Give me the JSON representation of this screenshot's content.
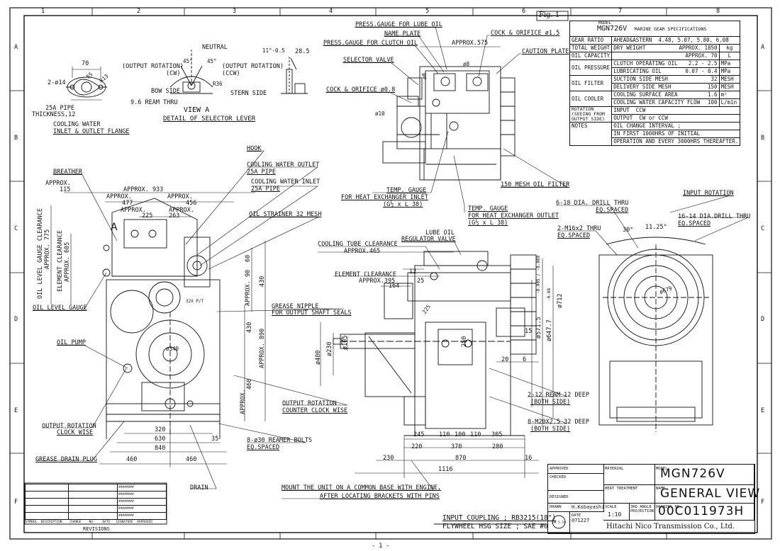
{
  "border": {
    "cols": [
      "1",
      "2",
      "3",
      "4",
      "5",
      "6",
      "7",
      "8"
    ],
    "rows": [
      "A",
      "B",
      "C",
      "D",
      "E",
      "F"
    ]
  },
  "fig": "Fig. 1",
  "spec": {
    "model_label": "MODEL",
    "model_value": "MGN726V",
    "title": "MARINE GEAR SPECIFICATIONS",
    "rows": {
      "gear_ratio": {
        "label": "GEAR RATIO",
        "sub": "AHEAD&ASTERN",
        "value": "4.48, 5.07, 5.80, 6.08"
      },
      "total_weight": {
        "label": "TOTAL WEIGHT",
        "sub": "DRY WEIGHT",
        "value": "APPROX. 1850",
        "unit": "kg"
      },
      "oil_capacity": {
        "label": "OIL CAPACITY",
        "value": "APPROX. 70",
        "unit": "L"
      },
      "oil_pressure": {
        "label": "OIL PRESSURE",
        "r1": "CLUTCH OPERATING OIL",
        "v1": "2.2 - 2.5",
        "u1": "MPa",
        "r2": "LUBRICATING OIL",
        "v2": "0.07 - 0.4",
        "u2": "MPa"
      },
      "oil_filter": {
        "label": "OIL FILTER",
        "r1": "SUCTION SIDE MESH",
        "v1": "32",
        "u1": "MESH",
        "r2": "DELIVERY SIDE MESH",
        "v2": "150",
        "u2": "MESH"
      },
      "oil_cooler": {
        "label": "OIL COOLER",
        "r1": "COOLING SURFACE AREA",
        "v1": "1.6",
        "u1": "m²",
        "r2": "COOLING WATER CAPACITY FLOW",
        "v2": "100",
        "u2": "L/min"
      },
      "rotation": {
        "label1": "ROTATION",
        "label2": "(SEEING FROM",
        "label3": "OUTPUT SIDE)",
        "r1": "INPUT",
        "v1": "CCW",
        "r2": "OUTPUT",
        "v2": "CW or CCW"
      },
      "notes": {
        "label": "NOTES",
        "l1": "OIL CHANGE INTERVAL ;",
        "l2": "IN FIRST 1000HRS OF INITIAL",
        "l3": "OPERATION AND EVERY 3000HRS THEREAFTER."
      }
    }
  },
  "labels": {
    "press_gauge_lube": "PRESS.GAUGE FOR LUBE OIL",
    "name_plate": "NAME PLATE",
    "press_gauge_clutch": "PRESS.GAUGE FOR CLUTCH OIL",
    "cock_orifice_15": "COCK & ORIFICE ø1.5",
    "approx575": "APPROX.575",
    "caution_plate": "CAUTION PLATE",
    "selector_valve": "SELECTOR VALVE",
    "cock_orifice_08": "COCK & ORIFICE ø0.8",
    "phi10": "ø10",
    "phi8a": "ø8",
    "phi8b": "ø8",
    "mesh150": "150 MESH OIL FILTER",
    "temp_gauge_in_1": "TEMP. GAUGE",
    "temp_gauge_in_2": "FOR HEAT EXCHANGER INLET",
    "temp_gauge_in_3": "(G½ x L 38)",
    "temp_gauge_out_1": "TEMP. GAUGE",
    "temp_gauge_out_2": "FOR HEAT EXCHANGER OUTLET",
    "temp_gauge_out_3": "(G½ x L 38)",
    "d70": "70",
    "d55": "55",
    "d2phi14": "2-ø14",
    "r13": "R13",
    "pipe25": "25A PIPE",
    "thick12": "THICKNESS,12",
    "cw_flange_1": "COOLING WATER",
    "cw_flange_2": "INLET & OUTLET FLANGE",
    "neutral": "NEUTRAL",
    "deg45a": "45°",
    "deg45b": "45°",
    "out_rot_cw_1": "(OUTPUT ROTATION)",
    "out_rot_cw_2": "(CW)",
    "out_rot_ccw_1": "(OUTPUT ROTATION)",
    "out_rot_ccw_2": "(CCW)",
    "r36": "R36",
    "bow_side": "BOW SIDE",
    "stern_side": "STERN SIDE",
    "ream_thru": "9.6 REAM THRU",
    "view_a": "VIEW A",
    "detail_selector": "DETAIL OF SELECTOR LEVER",
    "ang11": "11°-0.5",
    "d285": "28.5",
    "hook": "HOOK",
    "cw_outlet_1": "COOLING WATER OUTLET",
    "cw_outlet_2": "25A PIPE",
    "cw_inlet_1": "COOLING WATER INLET",
    "cw_inlet_2": "25A PIPE",
    "breather": "BREATHER",
    "approx115_a": "APPROX.",
    "approx115_b": "115",
    "approx933": "APPROX. 933",
    "approx477_a": "APPROX.",
    "approx477_b": "477",
    "approx456_a": "APPROX.",
    "approx456_b": "456",
    "approx225_a": "APPROX.",
    "approx225_b": "225",
    "approx263_a": "APPROX.",
    "approx263_b": "263",
    "oil_strainer": "OIL STRAINER 32 MESH",
    "view_a_mark": "A",
    "oil_lvl_clear": "OIL LEVEL GAUGE CLEARANCE",
    "approx775": "APPROX. 775",
    "elem_clear": "ELEMENT CLEARANCE",
    "approx605": "APPROX. 605",
    "oil_lvl_gauge": "OIL LEVEL GAUGE",
    "oil_pump": "OIL PUMP",
    "grease_nipple_1": "GREASE NIPPLE",
    "grease_nipple_2": "FOR OUTPUT SHAFT SEALS",
    "pt32": "32X P/T",
    "phi340": "ø340",
    "d60": "60",
    "d90": "APPROX. 90",
    "d430a": "430",
    "d430b": "430",
    "d890": "APPROX. 890",
    "d460v": "460",
    "approx_v": "APPROX.",
    "out_rot_ccw_side_1": "OUTPUT ROTATION",
    "out_rot_ccw_side_2": "COUNTER CLOCK WISE",
    "out_rot_cw_side_1": "OUTPUT ROTATION",
    "out_rot_cw_side_2": "CLOCK WISE",
    "d320": "320",
    "d630": "630",
    "d840": "840",
    "d35": "35",
    "reamer_bolts_1": "8-ø30 REAMER BOLTS",
    "reamer_bolts_2": "EQ.SPACED",
    "grease_drain": "GREASE DRAIN PLUG",
    "d460a": "460",
    "d460b": "460",
    "drain": "DRAIN",
    "mount_1": "MOUNT THE UNIT ON A COMMON BASE WITH ENGINE,",
    "mount_2": "AFTER LOCATING BRACKETS WITH PINS",
    "ctc_1": "COOLING TUBE CLEARANCE",
    "ctc_2": "APPROX.465",
    "lube_valve_1": "LUBE OIL",
    "lube_valve_2": "REGULATOR VALVE",
    "elc_1": "ELEMENT CLEARANCE",
    "elc_2": "APPROX.395",
    "d12": "12",
    "d25": "25",
    "d164": "164",
    "d225": "225",
    "phi400": "ø400",
    "phi230": "ø230",
    "phi105": "ø105",
    "d250": "250",
    "phi571": "ø571.5",
    "tol571": "-0.005 / -0.080",
    "phi647": "ø647.7",
    "tol647": "-0.08",
    "phi712": "ø712",
    "d15": "15",
    "d20": "20",
    "d6": "6",
    "ream12_1": "2-12 REAM 12 DEEP",
    "ream12_2": "(BOTH SIDE)",
    "m20_1": "8-M20X2.5 32 DEEP",
    "m20_2": "(BOTH SIDE)",
    "d245": "245",
    "d110a": "110",
    "d100": "100",
    "d110b": "110",
    "d305": "305",
    "d220": "220",
    "d370": "370",
    "d280": "280",
    "d230": "230",
    "d870": "870",
    "d16": "16",
    "d1116": "1116",
    "drill618_1": "6-18 DIA. DRILL THRU",
    "drill618_2": "EQ.SPACED",
    "input_rot": "INPUT ROTATION",
    "deg30": "30°",
    "deg1125": "11.25°",
    "drill1614_1": "16-14 DIA.DRILL THRU",
    "drill1614_2": "EQ.SPACED",
    "m16_1": "2-M16x2 THRU",
    "m16_2": "EQ.SPACED",
    "phi679": "ø679",
    "input_coupling": "INPUT COUPLING ; RB3215(18\")",
    "flywheel": "FLYWHEEL HSG SIZE ; SAE #0",
    "page_num": "- 1 -",
    "logo": "DR 5.19"
  },
  "revisions": {
    "marks": [
      "########",
      "########",
      "########",
      "########",
      "########"
    ],
    "headers": [
      "SYMBOL",
      "DESCRIPTION",
      "CHANGE",
      "NO.",
      "DATE",
      "SIGNATURE",
      "APPROVED"
    ],
    "title": "REVISIONS"
  },
  "titleblock": {
    "approved": "APPROVED",
    "checked": "CHECKED",
    "designed": "DESIGNED",
    "drawn": "DRAWN",
    "drawn_name": "H.Kobayashi",
    "date_label": "DATE",
    "date": "071227",
    "material": "MATERIAL",
    "heat": "HEAT TREATMENT",
    "scale_label": "SCALE",
    "scale": "1:10",
    "projection": "3RD ANGLE PROJECTION",
    "model_label": "MODEL",
    "model": "MGN726V",
    "name_label": "NAME",
    "name": "GENERAL VIEW",
    "dwg_label": "DRAWING NO.",
    "dwg": "00C011973H",
    "company": "Hitachi Nico Transmission Co., Ltd."
  }
}
